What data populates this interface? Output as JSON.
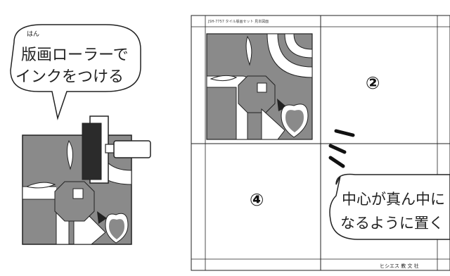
{
  "left_panel": {
    "bubble_ruby": "はん",
    "bubble_line1": "版画ローラーで",
    "bubble_line2": "インクをつける"
  },
  "right_panel": {
    "sheet_header": "JSH-7757 タイル版画セット 見本図面",
    "quadrant_2_label": "②",
    "quadrant_4_label": "④",
    "bubble_line1": "中心が真ん中に",
    "bubble_line2": "なるように置く",
    "footer_publisher": "ヒシエス 教 文 社"
  },
  "colors": {
    "tile_gray": "#8a8a8a",
    "roller_black": "#2b2b2b",
    "line": "#222222",
    "background": "#ffffff"
  }
}
